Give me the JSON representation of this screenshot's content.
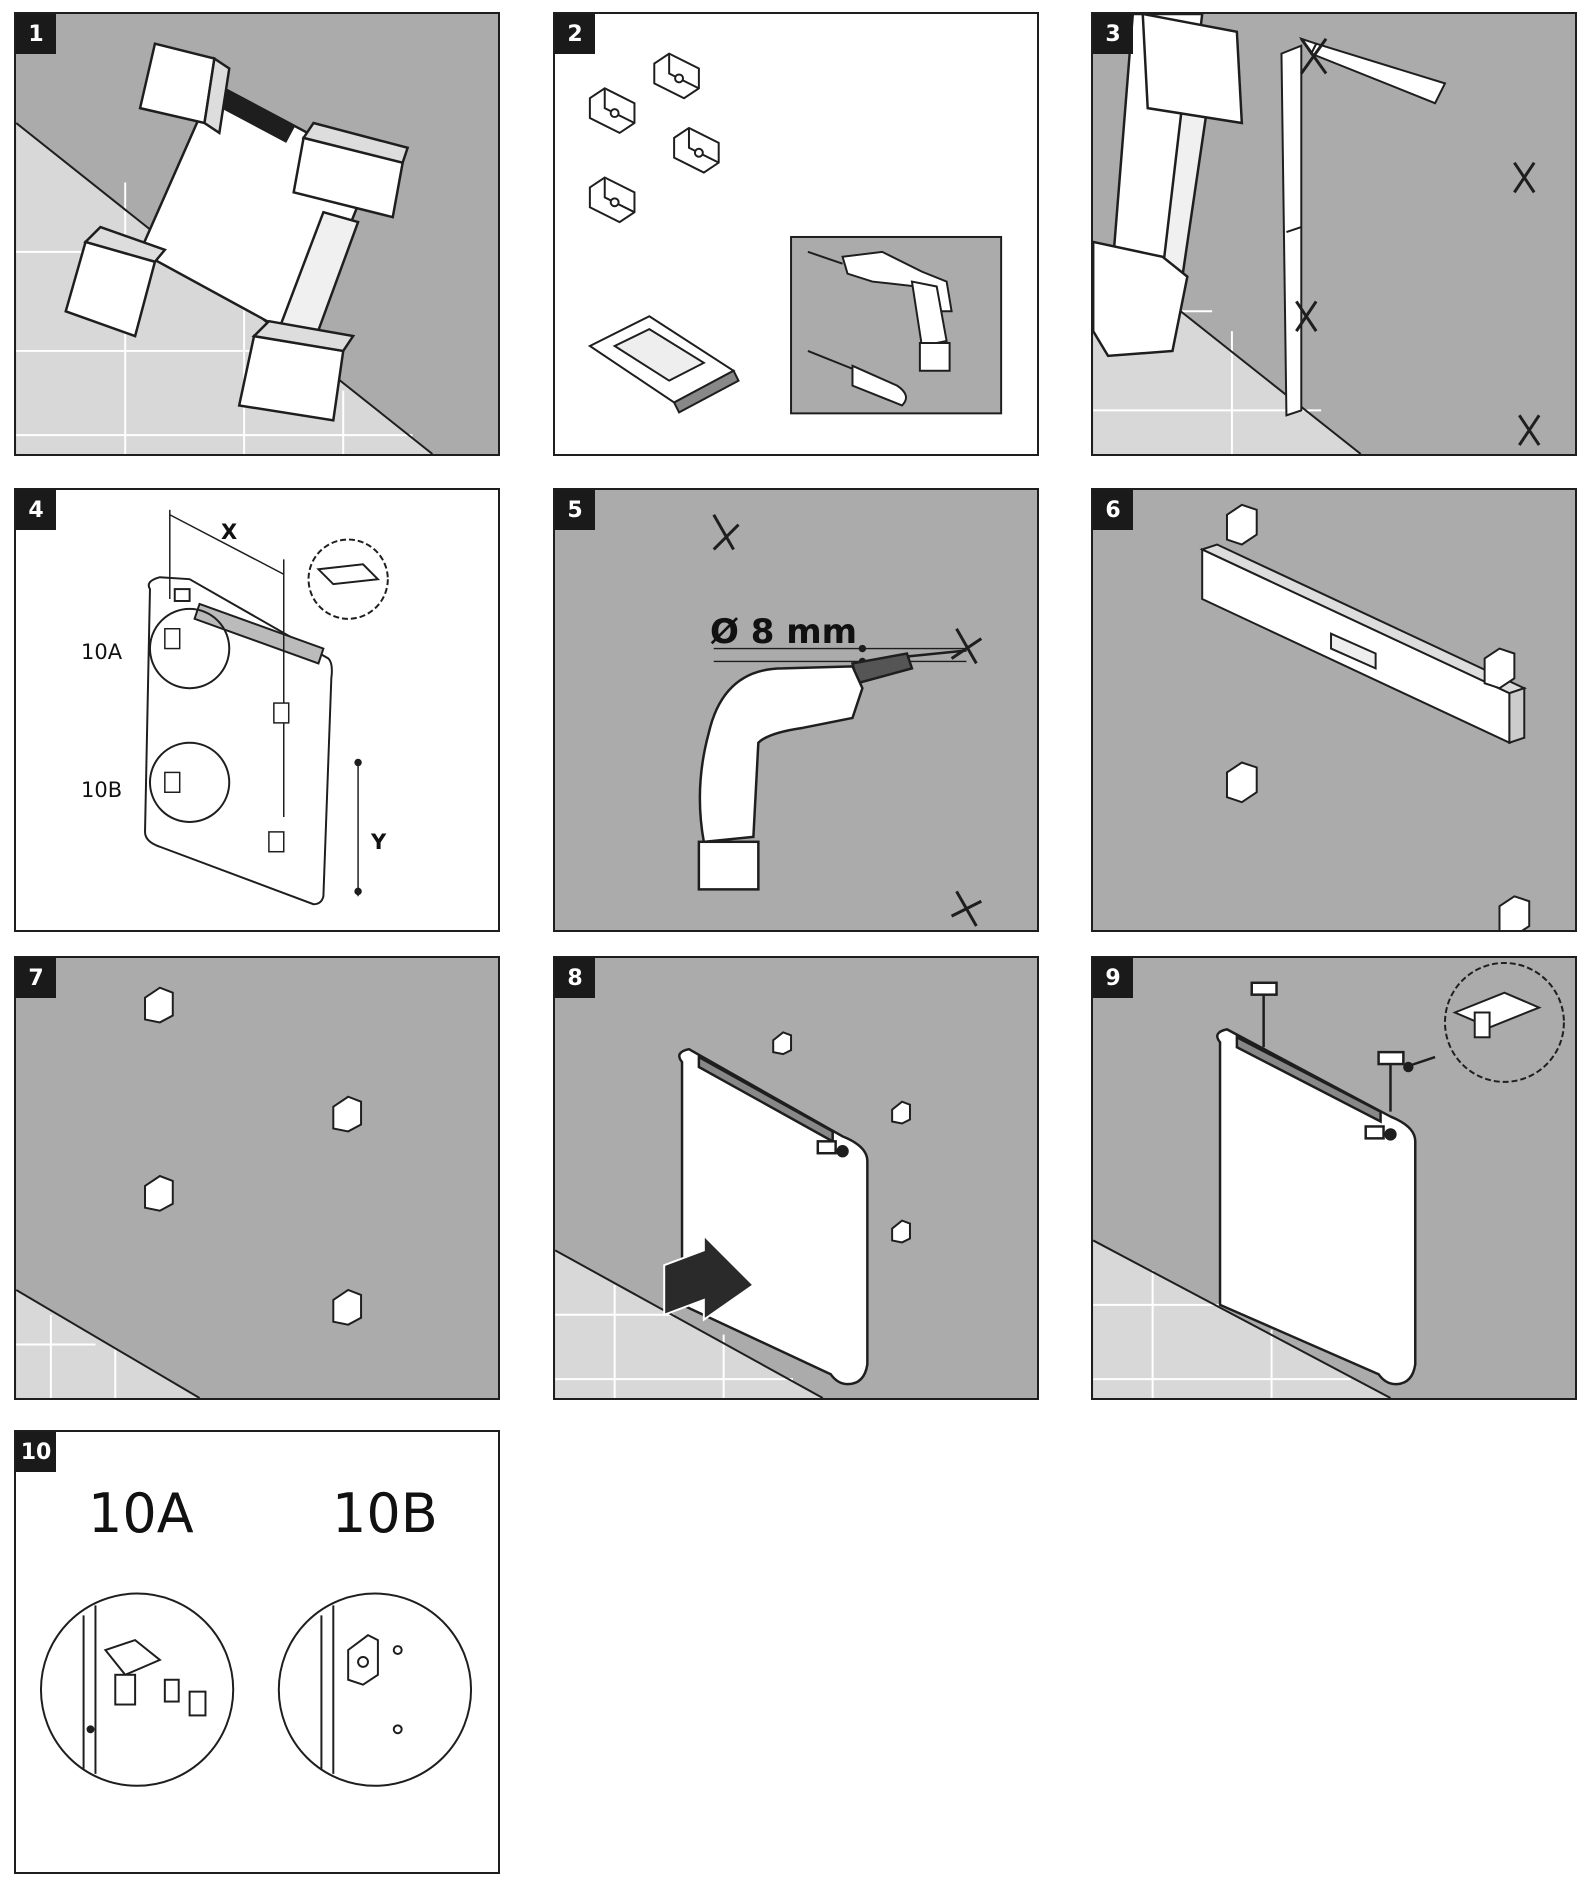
{
  "steps": [
    {
      "number": "1"
    },
    {
      "number": "2"
    },
    {
      "number": "3"
    },
    {
      "number": "4"
    },
    {
      "number": "5"
    },
    {
      "number": "6"
    },
    {
      "number": "7"
    },
    {
      "number": "8"
    },
    {
      "number": "9"
    },
    {
      "number": "10"
    }
  ],
  "step4": {
    "dim_x": "X",
    "dim_y": "Y",
    "detail_a": "10A",
    "detail_b": "10B"
  },
  "step5": {
    "drill_diameter": "Ø 8 mm"
  },
  "step10": {
    "detail_a": "10A",
    "detail_b": "10B"
  },
  "colors": {
    "wall": "#ababab",
    "floor": "#d8d8d8",
    "badge": "#1a1a1a",
    "line": "#1e1e1e"
  }
}
